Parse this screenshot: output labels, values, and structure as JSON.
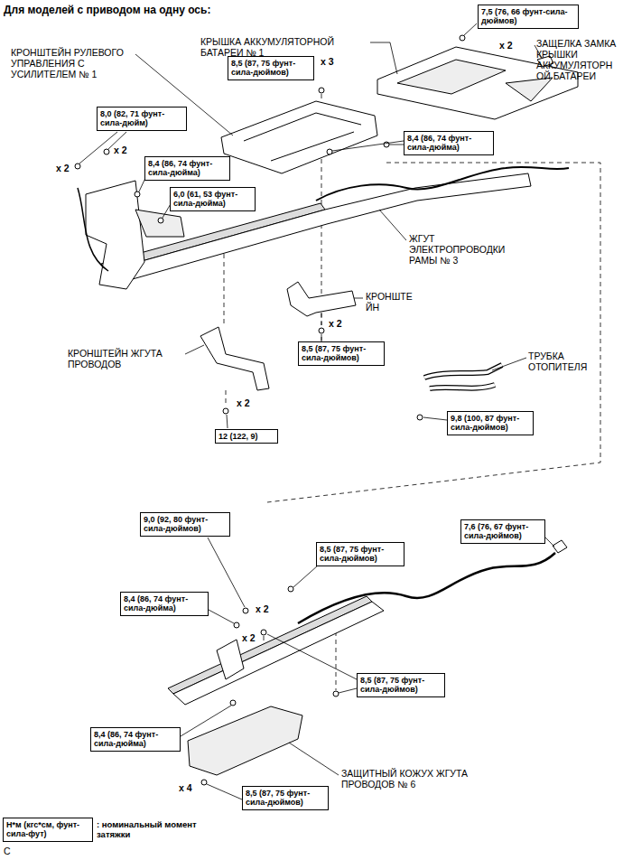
{
  "diagram": {
    "title": "Для моделей с приводом на одну ось:",
    "nodes": [
      {
        "text": [
          "7,5 (76, 66 фунт-сила-дюймов)"
        ]
      },
      {
        "text": [
          "8,5 (87, 75 фунт-сила-дюймов)"
        ]
      },
      {
        "text": [
          "8,0 (82, 71 фунт-сила-дюйм)"
        ]
      },
      {
        "text": [
          "8,4 (86, 74 фунт-сила-дюйма)"
        ]
      },
      {
        "text": [
          "8,4 (86, 74 фунт-сила-дюйма)"
        ]
      },
      {
        "text": [
          "6,0 (61, 53 фунт-сила-дюйма)"
        ]
      },
      {
        "text": [
          "8,5 (87, 75 фунт-сила-дюймов)"
        ]
      },
      {
        "text": [
          "9,8 (100, 87 фунт-сила-дюймов)"
        ]
      },
      {
        "text": [
          "12 (122, 9)"
        ]
      },
      {
        "text": [
          "9,0 (92, 80 фунт-сила-дюймов)"
        ]
      },
      {
        "text": [
          "7,6 (76, 67 фунт-сила-дюймов)"
        ]
      },
      {
        "text": [
          "8,5 (87, 75 фунт-сила-дюймов)"
        ]
      },
      {
        "text": [
          "8,4 (86, 74 фунт-сила-дюйма)"
        ]
      },
      {
        "text": [
          "8,5 (87, 75 фунт-сила-дюймов)"
        ]
      },
      {
        "text": [
          "8,4 (86, 74 фунт-сила-дюйма)"
        ]
      },
      {
        "text": [
          "8,5 (87, 75 фунт-сила-дюймов)"
        ]
      },
      {
        "text": [
          "Н*м (кгс*см, фунт-сила-фут)"
        ]
      }
    ],
    "labels": [
      "КРОНШТЕЙН РУЛЕВОГО УПРАВЛЕНИЯ С УСИЛИТЕЛЕМ № 1",
      "КРЫШКА АККУМУЛЯТОРНОЙ БАТАРЕИ № 1",
      "x 2",
      "ЗАЩЕЛКА ЗАМКА КРЫШКИ АККУМУЛЯТОРН ОЙ БАТАРЕИ",
      "x 3",
      "x 2",
      "x 2",
      "ЖГУТ ЭЛЕКТРОПРОВОДКИ РАМЫ № 3",
      "КРОНШТЕ ЙН",
      "x 2",
      "КРОНШТЕЙН ЖГУТА ПРОВОДОВ",
      "ТРУБКА ОТОПИТЕЛЯ",
      "x 2",
      "x 2",
      "x 2",
      "ЗАЩИТНЫЙ КОЖУХ ЖГУТА ПРОВОДОВ № 6",
      "x 4",
      "C"
    ],
    "legend": [
      {
        "text": ": номинальный момент затяжки"
      }
    ]
  }
}
